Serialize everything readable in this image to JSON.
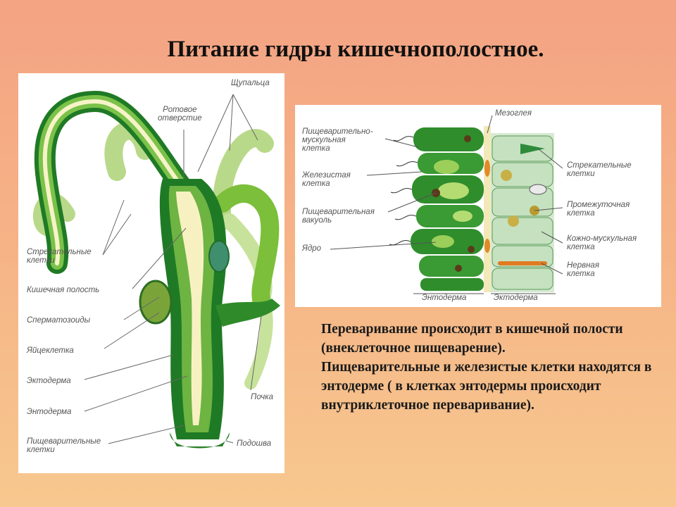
{
  "slide": {
    "title": "Питание гидры кишечнополостное."
  },
  "hydra_diagram": {
    "labels": {
      "tentacles": "Щупальца",
      "mouth": "Ротовое\nотверстие",
      "stinging_cells": "Стрекательные\nклетки",
      "gut_cavity": "Кишечная полость",
      "sperm": "Сперматозоиды",
      "egg": "Яйцеклетка",
      "ectoderm": "Эктодерма",
      "endoderm": "Энтодерма",
      "digestive_cells": "Пищеварительные\nклетки",
      "bud": "Почка",
      "sole": "Подошва"
    }
  },
  "cell_diagram": {
    "labels": {
      "mesoglea": "Мезоглея",
      "digestive_muscle_cell": "Пищеварительно-\nмускульная\nклетка",
      "gland_cell": "Железистая\nклетка",
      "digestive_vacuole": "Пищеварительная\nвакуоль",
      "nucleus": "Ядро",
      "stinging_cells": "Стрекательные\nклетки",
      "interstitial_cell": "Промежуточная\nклетка",
      "epithelial_muscle_cell": "Кожно-мускульная\nклетка",
      "nerve_cell": "Нервная\nклетка",
      "endoderm": "Энтодерма",
      "ectoderm": "Эктодерма"
    }
  },
  "description": {
    "paragraph1": "Переваривание происходит в кишечной полости (внеклеточное пищеварение).",
    "paragraph2": "Пищеварительные и железистые клетки находятся в энтодерме ( в клетках энтодермы происходит внутриклеточное переваривание)."
  }
}
